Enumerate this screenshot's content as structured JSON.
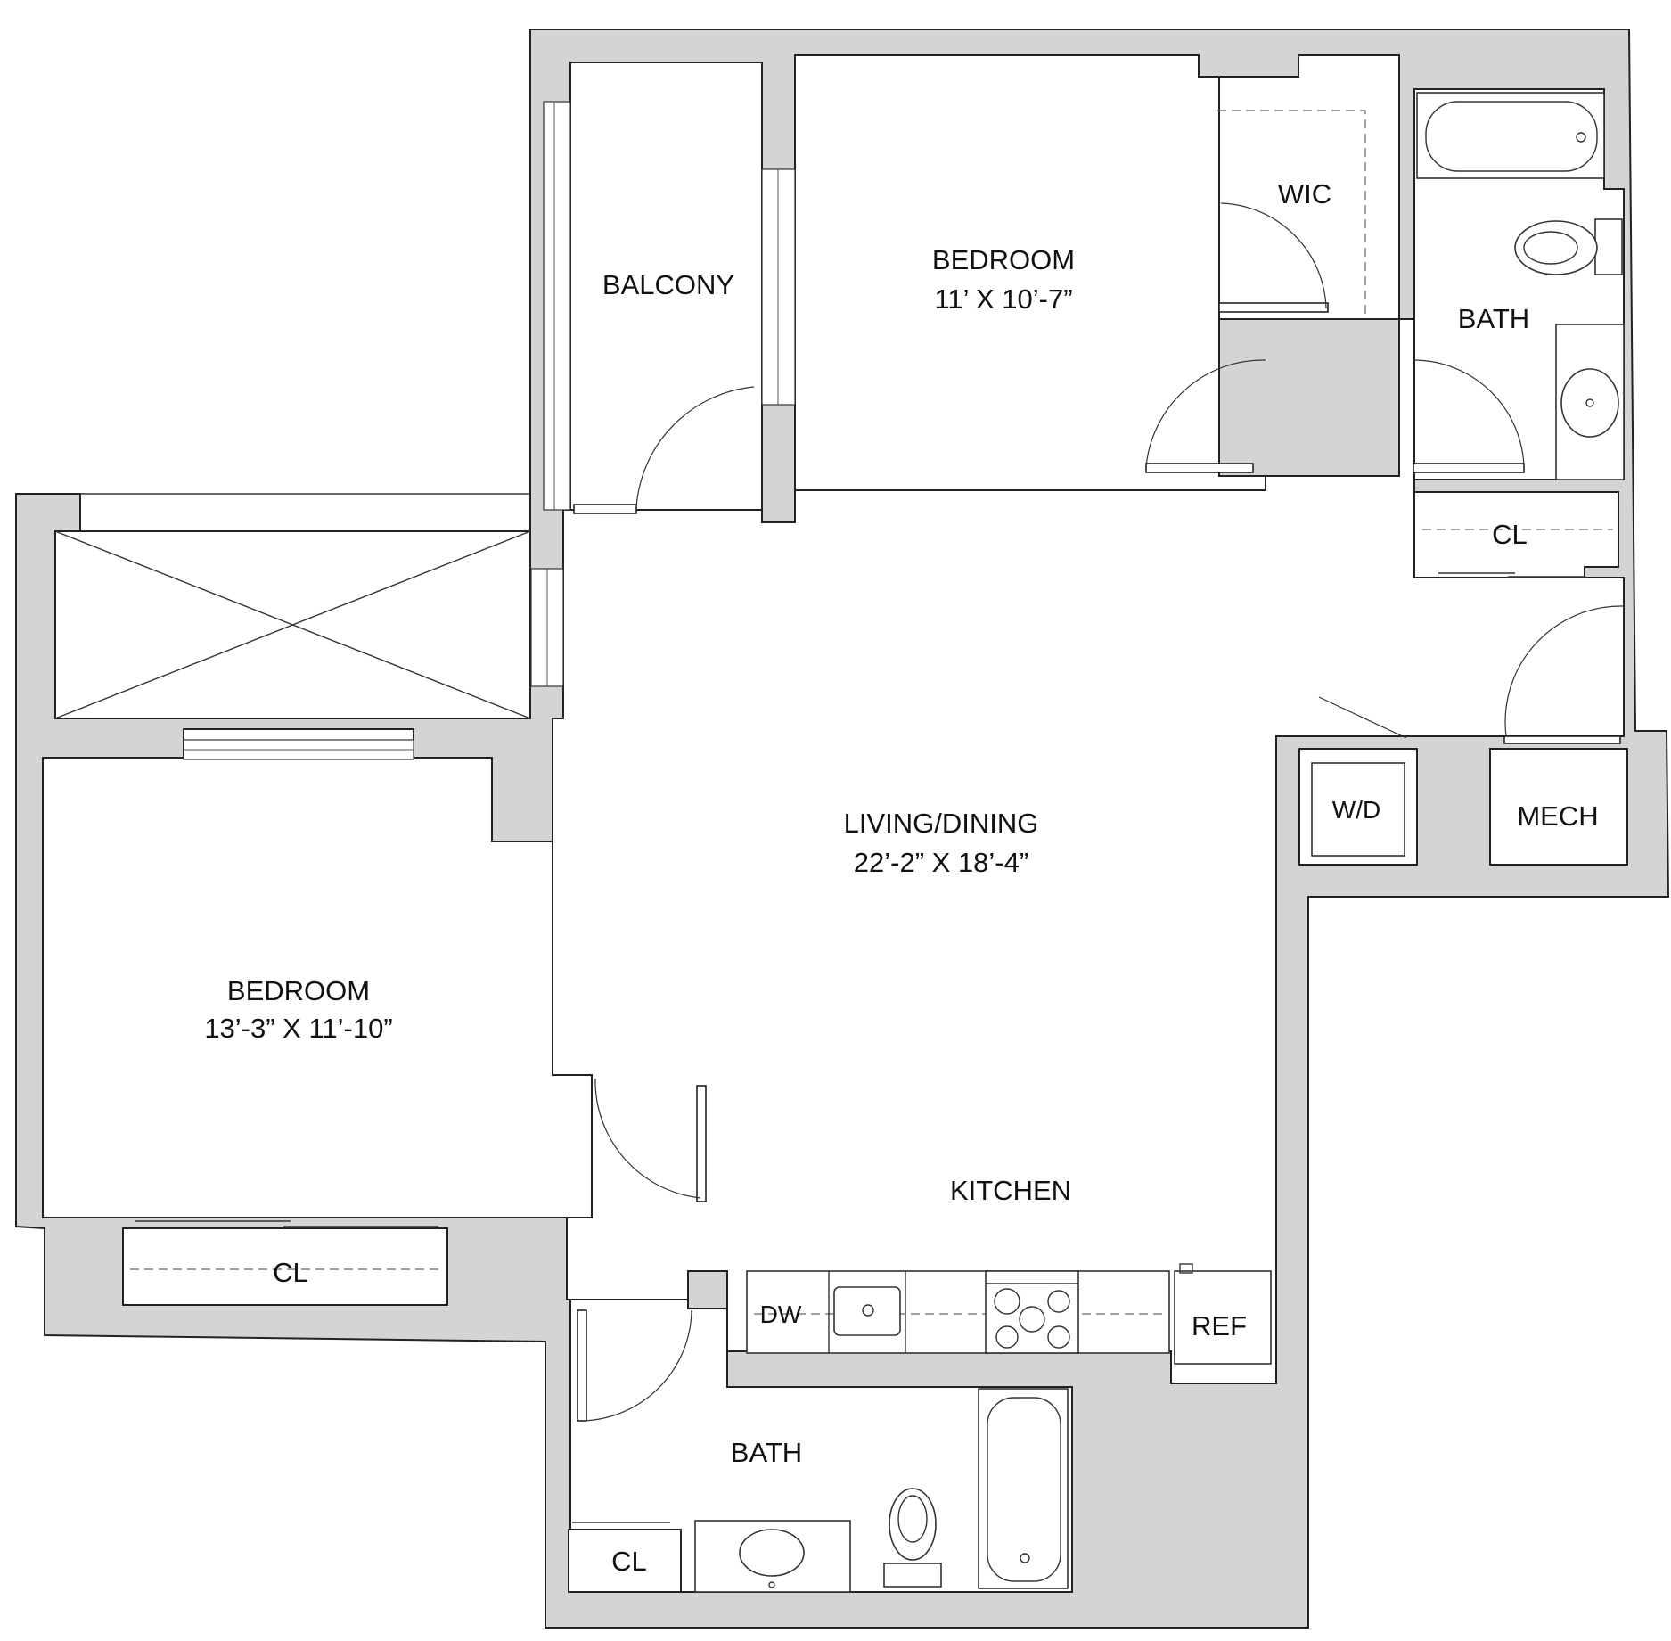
{
  "rooms": {
    "balcony": {
      "name": "BALCONY"
    },
    "bedroom_1": {
      "name": "BEDROOM",
      "dims": "11’ X 10’-7”"
    },
    "wic": {
      "name": "WIC"
    },
    "bath_1": {
      "name": "BATH"
    },
    "cl_1": {
      "name": "CL"
    },
    "living": {
      "name": "LIVING/DINING",
      "dims": "22’-2” X 18’-4”"
    },
    "wd": {
      "name": "W/D"
    },
    "mech": {
      "name": "MECH"
    },
    "bedroom_2": {
      "name": "BEDROOM",
      "dims": "13’-3” X 11’-10”"
    },
    "cl_2": {
      "name": "CL"
    },
    "kitchen": {
      "name": "KITCHEN"
    },
    "dw": {
      "name": "DW"
    },
    "ref": {
      "name": "REF"
    },
    "bath_2": {
      "name": "BATH"
    },
    "cl_3": {
      "name": "CL"
    }
  },
  "colors": {
    "wall": "#d4d4d4",
    "line": "#222222",
    "background": "#ffffff"
  }
}
